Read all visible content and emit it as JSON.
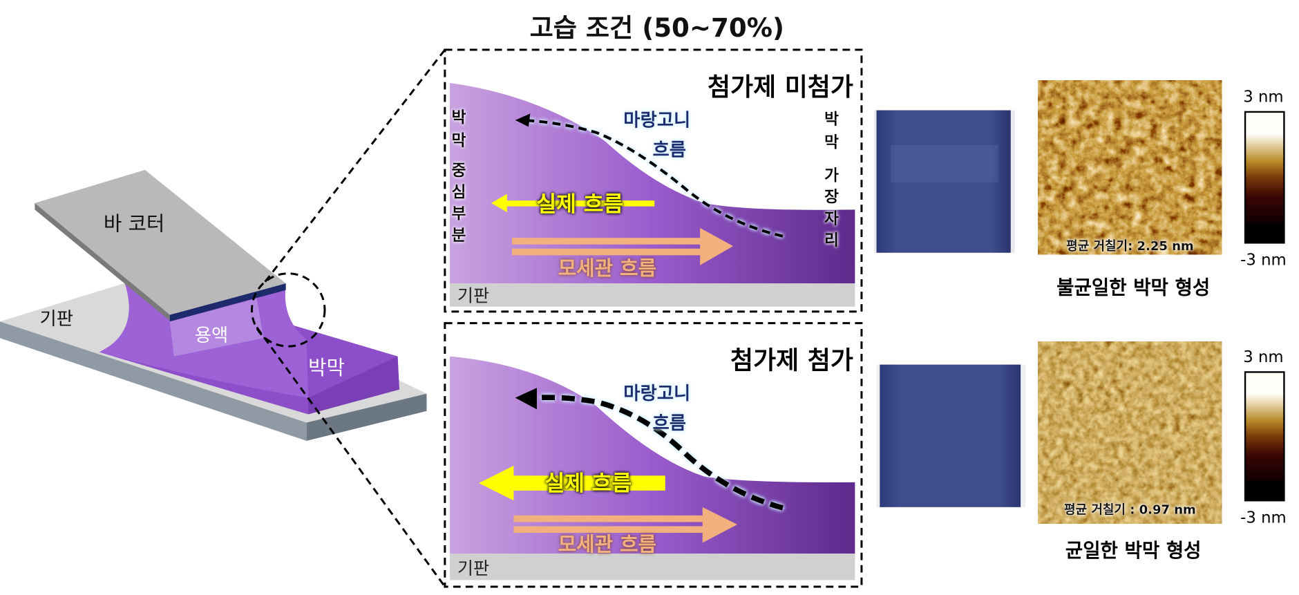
{
  "title": "고습 조건 (50~70%)",
  "left_illustration": {
    "bar_coater": "바 코터",
    "substrate": "기판",
    "solution": "용액",
    "film": "박막"
  },
  "panels": [
    {
      "title": "첨가제 미첨가",
      "film_center": [
        "박",
        "막",
        "중",
        "심",
        "부",
        "분"
      ],
      "film_edge": [
        "박",
        "막",
        "가",
        "장",
        "자",
        "리"
      ],
      "marangoni": [
        "마랑고니",
        "흐름"
      ],
      "actual_flow": "실제 흐름",
      "capillary_flow": "모세관 흐름",
      "substrate": "기판",
      "afm_roughness": "평균 거칠기: 2.25 nm",
      "result": "불균일한 박막 형성"
    },
    {
      "title": "첨가제 첨가",
      "marangoni": [
        "마랑고니",
        "흐름"
      ],
      "actual_flow": "실제 흐름",
      "capillary_flow": "모세관 흐름",
      "substrate": "기판",
      "afm_roughness": "평균 거칠기 : 0.97 nm",
      "result": "균일한 박막 형성"
    }
  ],
  "colorbar": {
    "max": "3 nm",
    "min": "-3 nm"
  },
  "colors": {
    "film_light": "#c9a2e0",
    "film_dark": "#5e2a8c",
    "actual_flow": "#ffff00",
    "capillary_flow": "#f2b07f",
    "substrate": "#d0d0d0"
  }
}
